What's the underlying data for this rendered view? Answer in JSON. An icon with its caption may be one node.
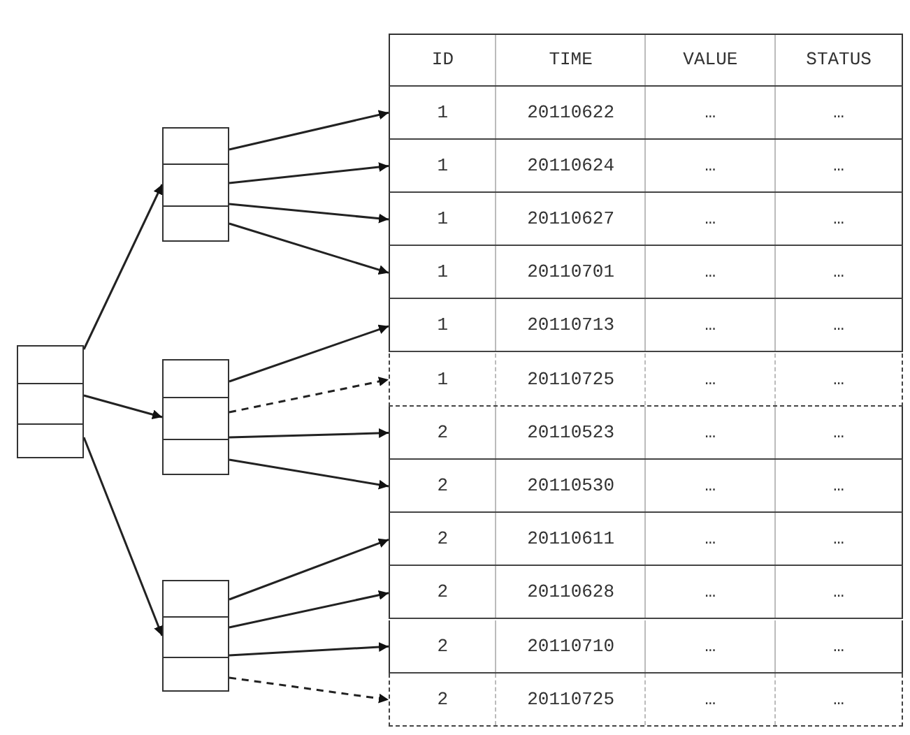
{
  "diagram": {
    "nodes": [
      {
        "text": [],
        "shape": "box"
      },
      {
        "text": [],
        "shape": "box"
      },
      {
        "text": [],
        "shape": "box"
      },
      {
        "text": [],
        "shape": "box"
      },
      {
        "text": [
          "ID",
          "TIME",
          "VALUE",
          "STATUS"
        ]
      },
      {
        "text": [
          "1",
          "20110622",
          "…",
          "…"
        ]
      },
      {
        "text": [
          "1",
          "20110624",
          "…",
          "…"
        ]
      },
      {
        "text": [
          "1",
          "20110627",
          "…",
          "…"
        ]
      },
      {
        "text": [
          "1",
          "20110701",
          "…",
          "…"
        ]
      },
      {
        "text": [
          "1",
          "20110713",
          "…",
          "…"
        ]
      },
      {
        "text": [
          "1",
          "20110725",
          "…",
          "…"
        ]
      },
      {
        "text": [
          "2",
          "20110523",
          "…",
          "…"
        ]
      },
      {
        "text": [
          "2",
          "20110530",
          "…",
          "…"
        ]
      },
      {
        "text": [
          "2",
          "20110611",
          "…",
          "…"
        ]
      },
      {
        "text": [
          "2",
          "20110628",
          "…",
          "…"
        ]
      },
      {
        "text": [
          "2",
          "20110710",
          "…",
          "…"
        ]
      },
      {
        "text": [
          "2",
          "20110725",
          "…",
          "…"
        ]
      }
    ],
    "edges": [
      {
        "from": 0,
        "to": 1,
        "arrow": "to"
      },
      {
        "from": 0,
        "to": 2,
        "arrow": "to"
      },
      {
        "from": 0,
        "to": 3,
        "arrow": "to"
      },
      {
        "from": 1,
        "to": 5,
        "arrow": "to"
      },
      {
        "from": 1,
        "to": 6,
        "arrow": "to"
      },
      {
        "from": 1,
        "to": 7,
        "arrow": "to"
      },
      {
        "from": 1,
        "to": 8,
        "arrow": "to"
      },
      {
        "from": 2,
        "to": 9,
        "arrow": "to"
      },
      {
        "from": 2,
        "to": 10,
        "arrow": "to",
        "style": "dashed"
      },
      {
        "from": 2,
        "to": 11,
        "arrow": "to"
      },
      {
        "from": 2,
        "to": 12,
        "arrow": "to"
      },
      {
        "from": 3,
        "to": 13,
        "arrow": "to"
      },
      {
        "from": 3,
        "to": 14,
        "arrow": "to"
      },
      {
        "from": 3,
        "to": 15,
        "arrow": "to"
      },
      {
        "from": 3,
        "to": 16,
        "arrow": "to",
        "style": "dashed"
      }
    ]
  }
}
